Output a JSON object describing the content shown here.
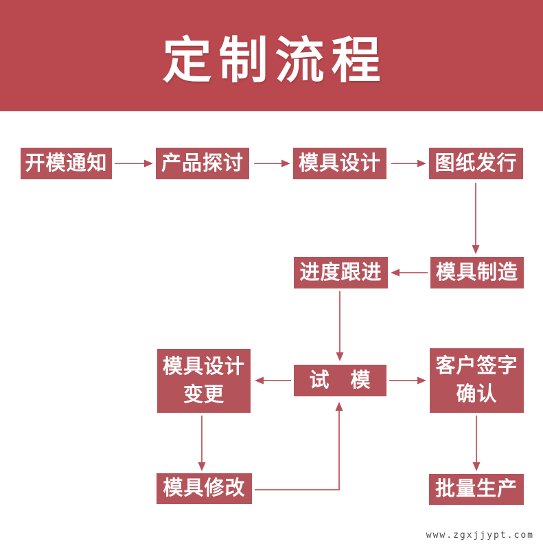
{
  "colors": {
    "banner_bg": "#b9494f",
    "node_bg": "#b5535b",
    "node_text": "#ffffff",
    "connector": "#c05860",
    "arrowhead": "#b6505a",
    "watermark_text": "#4d4d4d"
  },
  "banner": {
    "title": "定制流程"
  },
  "flow": {
    "nodes": [
      {
        "id": "open-mold-notice",
        "label": "开模通知"
      },
      {
        "id": "product-discussion",
        "label": "产品探讨"
      },
      {
        "id": "mold-design",
        "label": "模具设计"
      },
      {
        "id": "drawing-release",
        "label": "图纸发行"
      },
      {
        "id": "progress-tracking",
        "label": "进度跟进"
      },
      {
        "id": "mold-manufacturing",
        "label": "模具制造"
      },
      {
        "id": "mold-design-change",
        "label": "模具设计\n变更"
      },
      {
        "id": "trial-mold",
        "label": "试　模"
      },
      {
        "id": "customer-sign-off",
        "label": "客户签字\n确认"
      },
      {
        "id": "mold-modification",
        "label": "模具修改"
      },
      {
        "id": "mass-production",
        "label": "批量生产"
      }
    ]
  },
  "watermark": "www.zgxjjypt.com"
}
